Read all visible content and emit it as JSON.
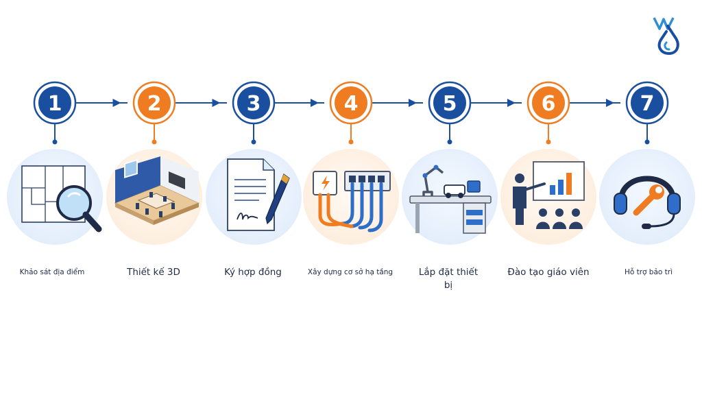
{
  "brand": {
    "logo_icon": "company-logo-mark",
    "primary_color": "#1a4fa0",
    "accent_color": "#f07c21"
  },
  "steps": [
    {
      "number": "1",
      "label": "Khảo sát địa điểm",
      "color": "#1a4fa0",
      "icon": "blueprint-magnifier-icon"
    },
    {
      "number": "2",
      "label": "Thiết kế 3D",
      "color": "#f07c21",
      "icon": "room-3d-design-icon"
    },
    {
      "number": "3",
      "label": "Ký hợp đồng",
      "color": "#1a4fa0",
      "icon": "contract-pen-icon"
    },
    {
      "number": "4",
      "label": "Xây dựng cơ sở hạ tầng",
      "color": "#f07c21",
      "icon": "network-switch-cables-icon"
    },
    {
      "number": "5",
      "label": "Lắp đặt thiết bị",
      "color": "#1a4fa0",
      "icon": "robotics-lab-desk-icon"
    },
    {
      "number": "6",
      "label": "Đào tạo giáo viên",
      "color": "#f07c21",
      "icon": "teacher-presentation-icon"
    },
    {
      "number": "7",
      "label": "Hỗ trợ bảo trì",
      "color": "#1a4fa0",
      "icon": "headset-wrench-icon"
    }
  ]
}
